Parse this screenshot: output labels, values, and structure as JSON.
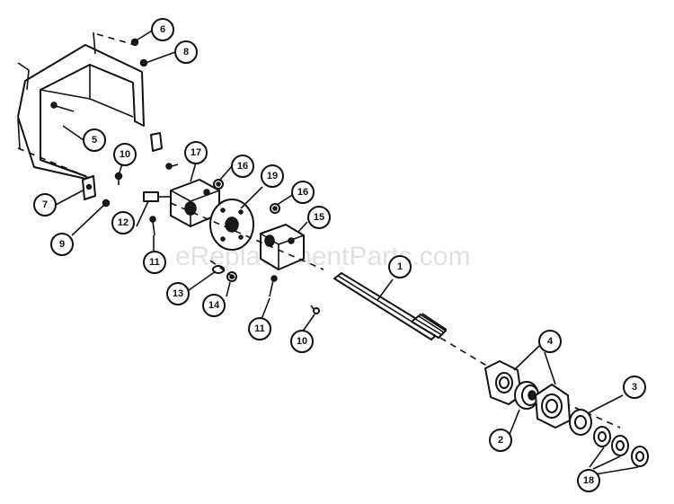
{
  "watermark": "eReplacementParts.com",
  "callouts": [
    {
      "id": "c6",
      "label": "6"
    },
    {
      "id": "c8",
      "label": "8"
    },
    {
      "id": "c5",
      "label": "5"
    },
    {
      "id": "c10a",
      "label": "10"
    },
    {
      "id": "c7",
      "label": "7"
    },
    {
      "id": "c9",
      "label": "9"
    },
    {
      "id": "c17",
      "label": "17"
    },
    {
      "id": "c16a",
      "label": "16"
    },
    {
      "id": "c19",
      "label": "19"
    },
    {
      "id": "c16b",
      "label": "16"
    },
    {
      "id": "c15",
      "label": "15"
    },
    {
      "id": "c12",
      "label": "12"
    },
    {
      "id": "c11a",
      "label": "11"
    },
    {
      "id": "c13",
      "label": "13"
    },
    {
      "id": "c14",
      "label": "14"
    },
    {
      "id": "c11b",
      "label": "11"
    },
    {
      "id": "c10b",
      "label": "10"
    },
    {
      "id": "c1",
      "label": "1"
    },
    {
      "id": "c4",
      "label": "4"
    },
    {
      "id": "c3",
      "label": "3"
    },
    {
      "id": "c2",
      "label": "2"
    },
    {
      "id": "c18",
      "label": "18"
    }
  ]
}
